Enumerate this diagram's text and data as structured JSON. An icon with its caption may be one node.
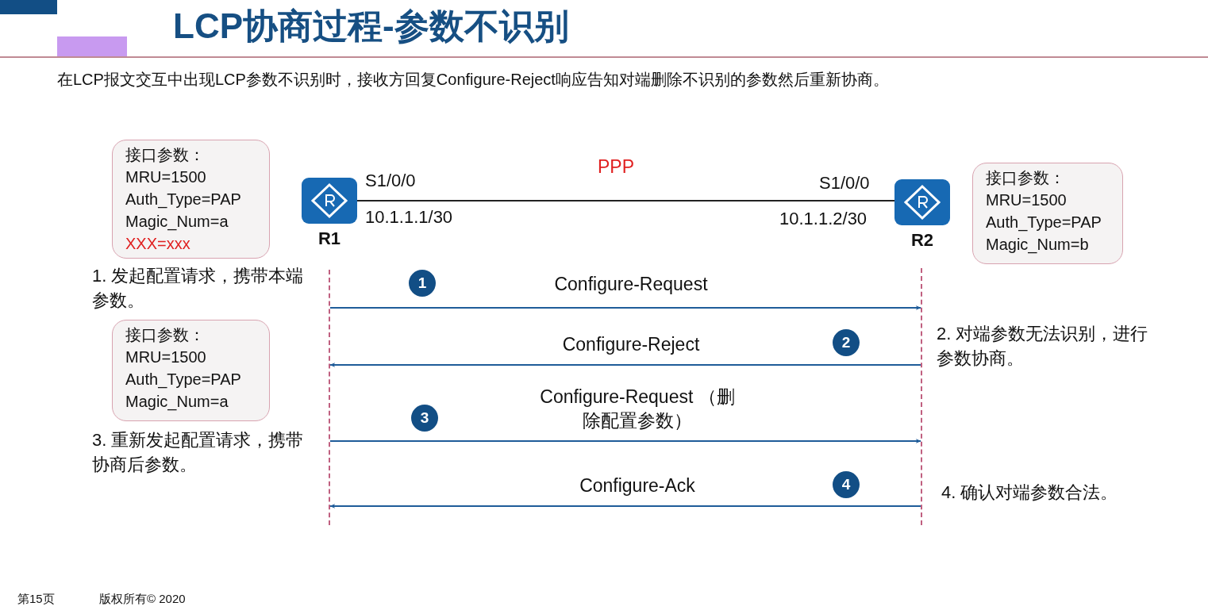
{
  "diagram": {
    "title": "LCP协商过程-参数不识别",
    "nodes": [
      {
        "text": [
          "接口参数：",
          "MRU=1500",
          "Auth_Type=PAP",
          "Magic_Num=a",
          "XXX=xxx"
        ]
      },
      {
        "text": [
          "R1"
        ]
      },
      {
        "text": [
          "R2"
        ]
      },
      {
        "text": [
          "接口参数：",
          "MRU=1500",
          "Auth_Type=PAP",
          "Magic_Num=b"
        ]
      },
      {
        "text": [],
        "shape": "line"
      },
      {
        "text": [],
        "shape": "line"
      },
      {
        "text": [
          "接口参数：",
          "MRU=1500",
          "Auth_Type=PAP",
          "Magic_Num=a"
        ]
      }
    ],
    "edges": [
      {
        "from": 1,
        "to": 2,
        "arrow": "none",
        "label": "PPP",
        "color": "#222222"
      },
      {
        "from": 4,
        "to": 5,
        "arrow": "to",
        "label": "Configure-Request"
      },
      {
        "from": 5,
        "to": 4,
        "arrow": "to",
        "label": "Configure-Reject"
      },
      {
        "from": 4,
        "to": 5,
        "arrow": "to",
        "label": "Configure-Request （删除配置参数）"
      },
      {
        "from": 5,
        "to": 4,
        "arrow": "to",
        "label": "Configure-Ack"
      }
    ],
    "labels": [
      "在LCP报文交互中出现LCP参数不识别时，接收方回复Configure-Reject响应告知对端删除不识别的参数然后重新协商。",
      "S1/0/0",
      "10.1.1.1/30",
      "S1/0/0",
      "10.1.1.2/30",
      "1. 发起配置请求，携带本端参数。",
      "1",
      "2",
      "2. 对端参数无法识别，进行参数协商。",
      "3",
      "3. 重新发起配置请求，携带协商后参数。",
      "4",
      "4. 确认对端参数合法。",
      "第15页",
      "版权所有© 2020"
    ]
  }
}
